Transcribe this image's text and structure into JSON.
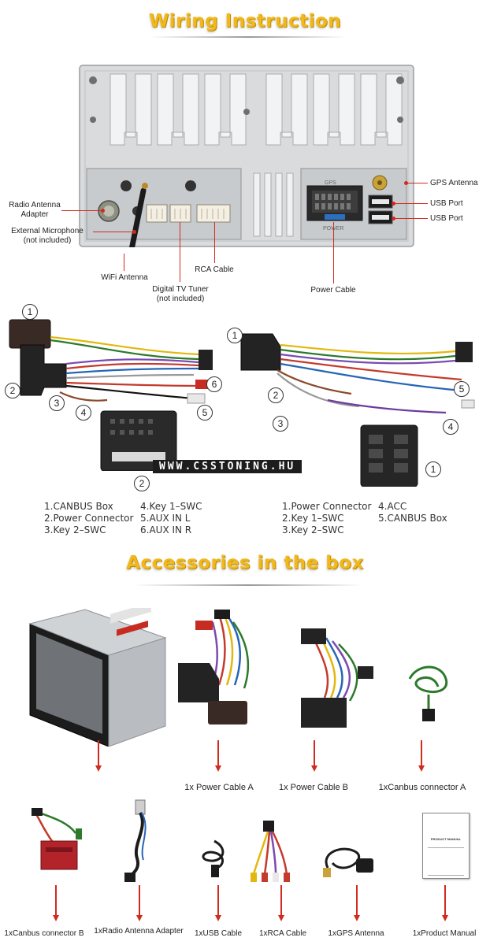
{
  "titles": {
    "wiring": "Wiring Instruction",
    "accessories": "Accessories in the box"
  },
  "unit_labels": {
    "gps": "GPS",
    "power": "POWER"
  },
  "wiring_labels": {
    "gps_antenna": "GPS Antenna",
    "usb_port_1": "USB Port",
    "usb_port_2": "USB Port",
    "radio_antenna": "Radio Antenna\nAdapter",
    "ext_mic": "External Microphone\n(not included)",
    "wifi_antenna": "WiFi Antenna",
    "digital_tv": "Digital TV Tuner\n(not included)",
    "rca_cable": "RCA Cable",
    "power_cable": "Power Cable"
  },
  "left_harness": {
    "callouts": [
      "1",
      "2",
      "3",
      "4",
      "5",
      "6"
    ],
    "connector_callout": "2",
    "legend_col1": [
      "1.CANBUS Box",
      "2.Power Connector",
      "3.Key 2–SWC"
    ],
    "legend_col2": [
      "4.Key 1–SWC",
      "5.AUX IN L",
      "6.AUX IN R"
    ]
  },
  "right_harness": {
    "callouts": [
      "1",
      "2",
      "3",
      "4",
      "5"
    ],
    "connector_callout": "1",
    "legend_col1": [
      "1.Power Connector",
      "2.Key 1–SWC",
      "3.Key 2–SWC"
    ],
    "legend_col2": [
      "4.ACC",
      "5.CANBUS Box"
    ]
  },
  "watermark": "WWW.CSSTONING.HU",
  "accessories_row1": [
    "1x Power Cable A",
    "1x Power Cable B",
    "1xCanbus connector A"
  ],
  "accessories_row2": [
    "1xCanbus connector B",
    "1xRadio Antenna Adapter",
    "1xUSB Cable",
    "1xRCA Cable",
    "1xGPS Antenna",
    "1xProduct Manual"
  ],
  "manual_cover": "PRODUCT MANUAL",
  "colors": {
    "title": "#f2b81a",
    "pointer": "#d12a1e",
    "chassis": "#d7d9db"
  }
}
